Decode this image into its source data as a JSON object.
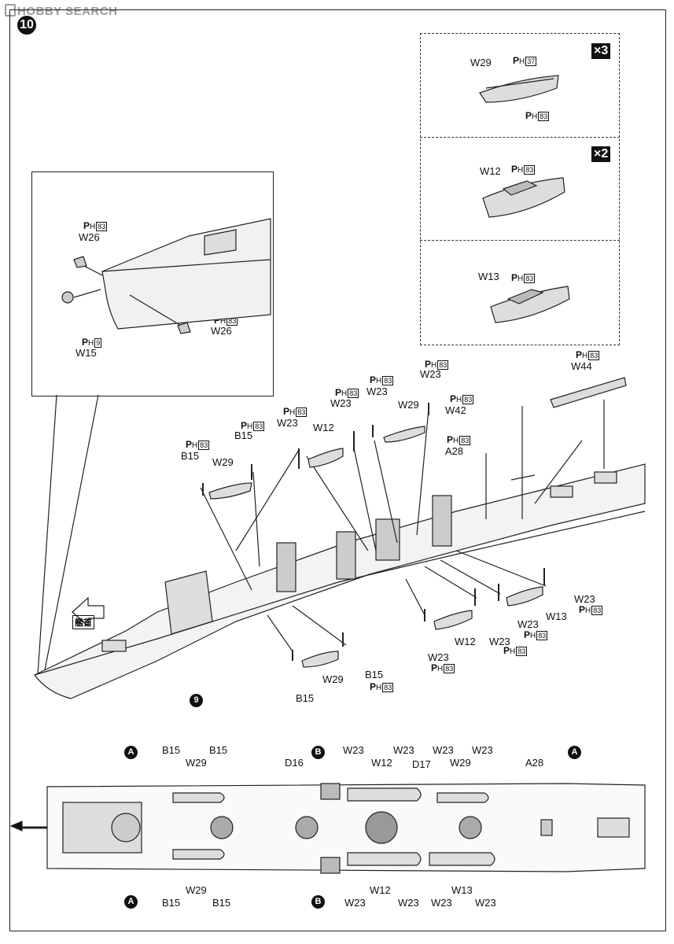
{
  "watermark": "HOBBY SEARCH",
  "step_number": "10",
  "multipliers": {
    "x3": "×3",
    "x2": "×2"
  },
  "callout_labels": {
    "w29": "W29",
    "w29_ph1": "37",
    "w29_ph2": "83",
    "w12": "W12",
    "w12_ph": "83",
    "w13": "W13",
    "w13_ph": "83"
  },
  "detail_labels": {
    "w26_top": "W26",
    "w26_top_ph": "83",
    "w26_bot": "W26",
    "w26_bot_ph": "83",
    "w15": "W15",
    "w15_ph": "9"
  },
  "ship_labels": [
    {
      "t": "B15"
    },
    {
      "t": "B15"
    },
    {
      "t": "W29"
    },
    {
      "t": "W23"
    },
    {
      "t": "W12"
    },
    {
      "t": "W23"
    },
    {
      "t": "W23"
    },
    {
      "t": "W29"
    },
    {
      "t": "W23"
    },
    {
      "t": "W42"
    },
    {
      "t": "A28"
    },
    {
      "t": "W44"
    },
    {
      "t": "W23"
    },
    {
      "t": "W13"
    },
    {
      "t": "W23"
    },
    {
      "t": "W12"
    },
    {
      "t": "W23"
    },
    {
      "t": "W23"
    },
    {
      "t": "W29"
    },
    {
      "t": "B15"
    },
    {
      "t": "B15"
    }
  ],
  "ph_marks": [
    {
      "n": "83"
    },
    {
      "n": "83"
    },
    {
      "n": "83"
    },
    {
      "n": "83"
    },
    {
      "n": "83"
    },
    {
      "n": "83"
    },
    {
      "n": "83"
    },
    {
      "n": "83"
    },
    {
      "n": "83"
    },
    {
      "n": "83"
    },
    {
      "n": "83"
    },
    {
      "n": "83"
    },
    {
      "n": "83"
    },
    {
      "n": "83"
    }
  ],
  "bow_label": "艦首",
  "sub_step": "9",
  "plan_labels": {
    "top": [
      "B15",
      "W29",
      "B15",
      "D16",
      "W23",
      "W12",
      "W23",
      "D17",
      "W23",
      "W29",
      "W23",
      "A28"
    ],
    "bottom": [
      "B15",
      "W29",
      "B15",
      "W23",
      "W12",
      "W23",
      "W23",
      "W13",
      "W23"
    ],
    "circle_a": "A",
    "circle_b": "B"
  }
}
